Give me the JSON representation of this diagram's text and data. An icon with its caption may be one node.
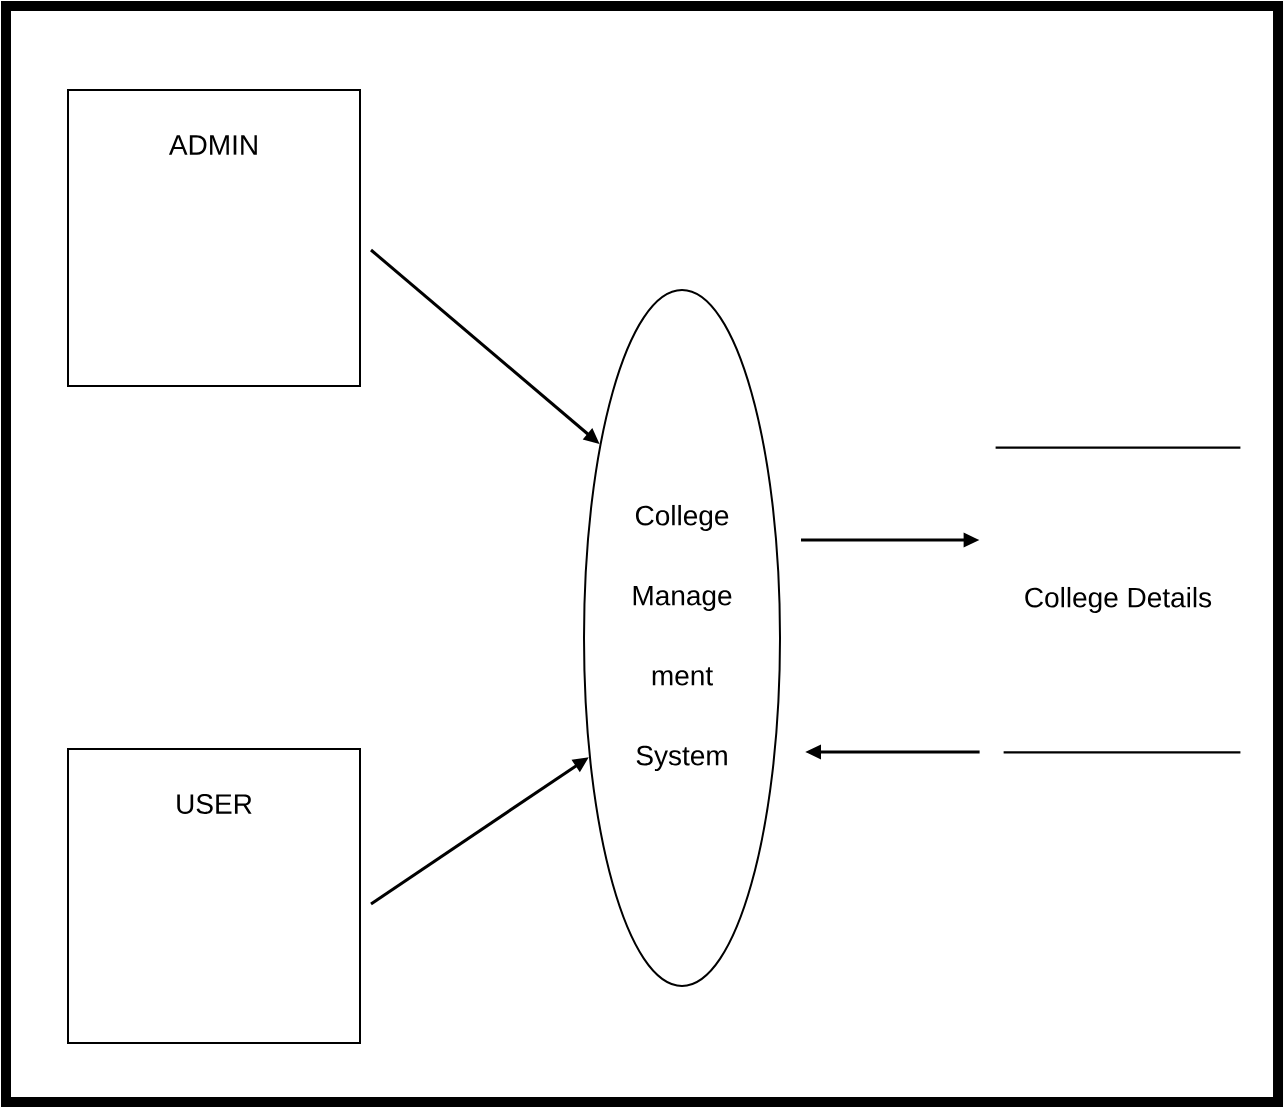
{
  "diagram": {
    "nodes": [
      {
        "text": [
          "ADMIN"
        ]
      },
      {
        "text": [
          "USER"
        ]
      },
      {
        "text": [
          "College Manage ment System"
        ]
      },
      {
        "text": [
          "College Details"
        ]
      }
    ],
    "edges": [
      {
        "from": 0,
        "to": 2,
        "arrow": "to"
      },
      {
        "from": 1,
        "to": 2,
        "arrow": "to"
      },
      {
        "from": 2,
        "to": 3,
        "arrow": "to"
      },
      {
        "from": 3,
        "to": 2,
        "arrow": "to"
      }
    ]
  }
}
